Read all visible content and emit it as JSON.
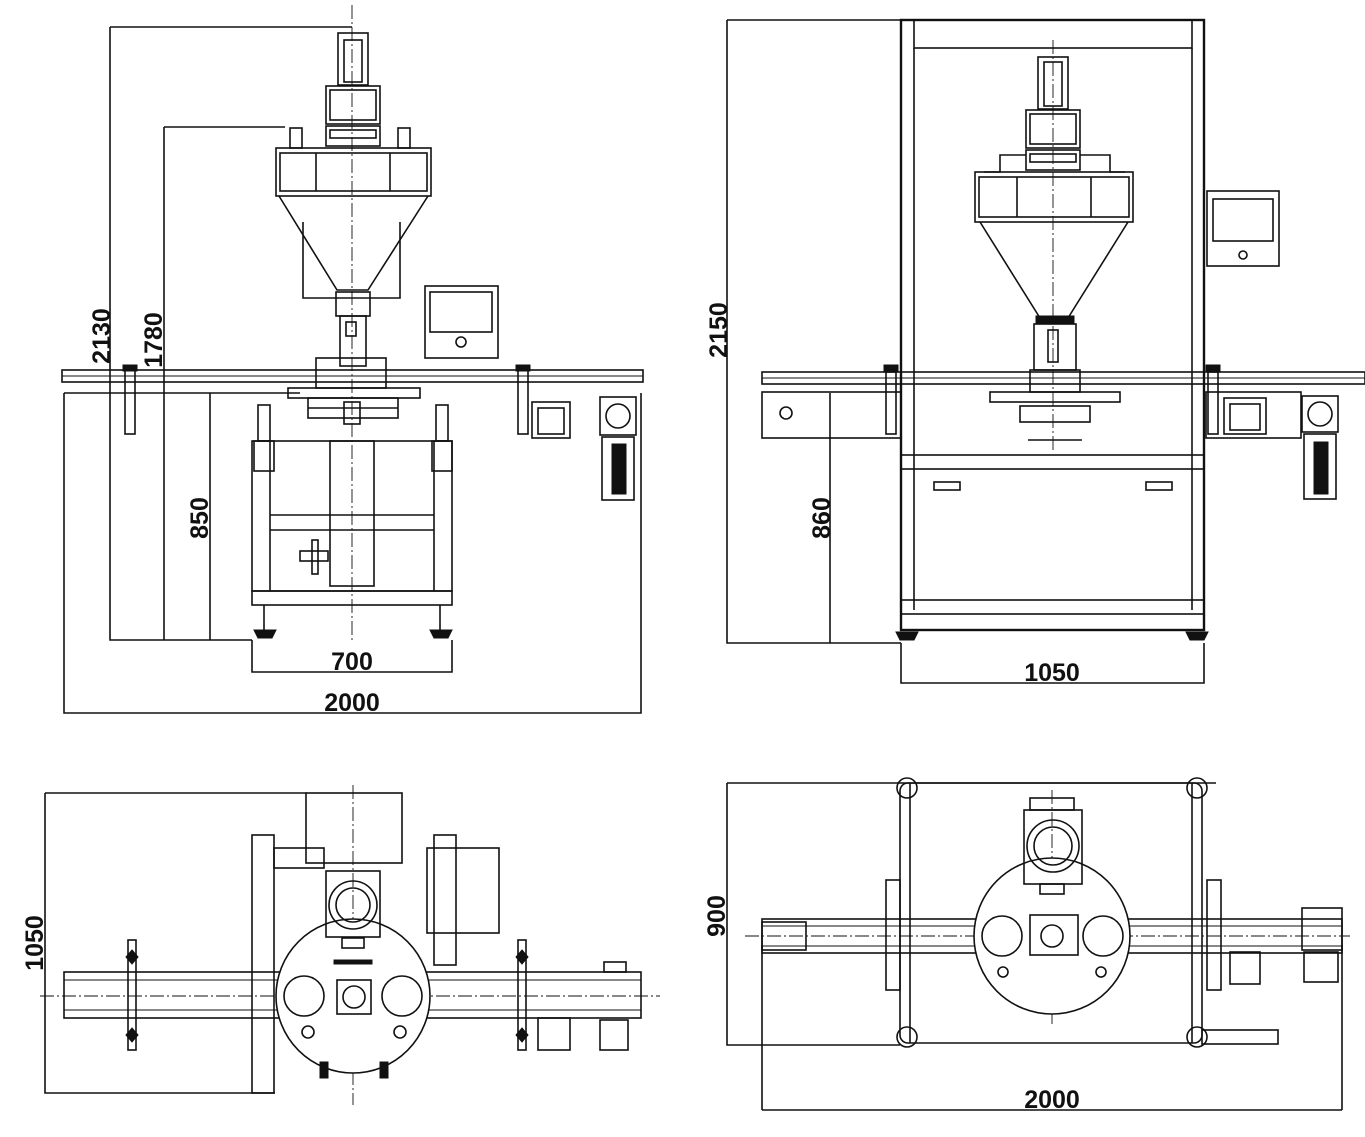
{
  "views": {
    "front": {
      "height_total": "2130",
      "height_hopper": "1780",
      "height_table": "850",
      "width_frame": "700",
      "width_total": "2000"
    },
    "side": {
      "height_total": "2150",
      "height_table": "860",
      "width_frame": "1050"
    },
    "top_left": {
      "depth_total": "1050"
    },
    "top_right": {
      "depth_frame": "900",
      "width_total": "2000"
    }
  }
}
